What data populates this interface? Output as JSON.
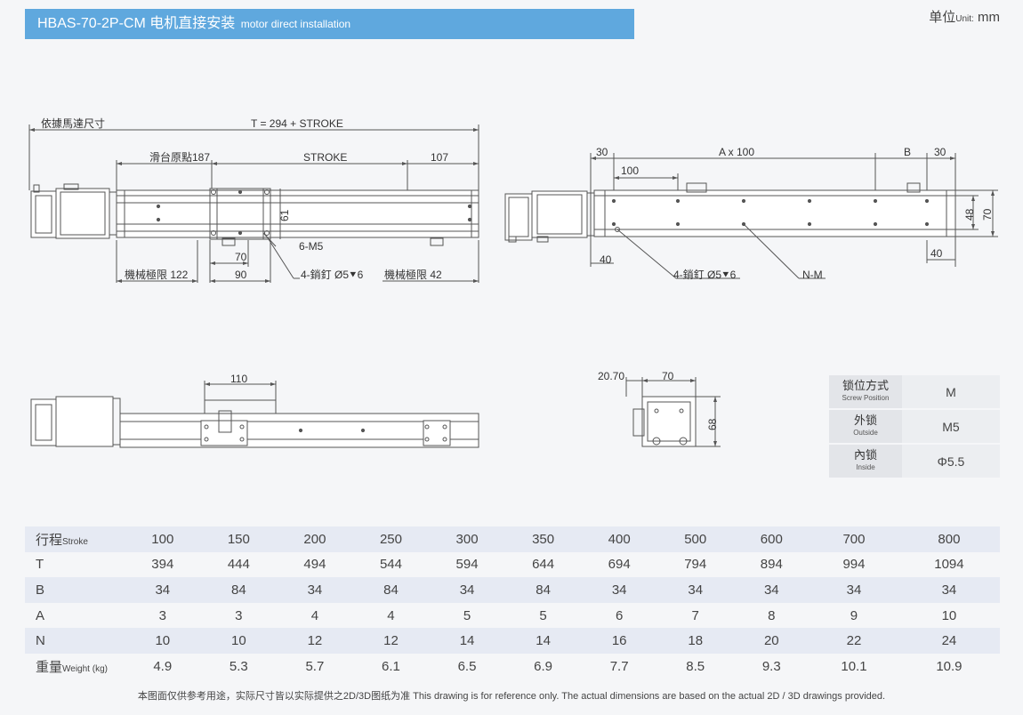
{
  "header": {
    "title": "HBAS-70-2P-CM 电机直接安装",
    "subtitle": "motor direct installation",
    "unit_label": "单位",
    "unit_en": "Unit:",
    "unit_value": "mm"
  },
  "top_view": {
    "motor_dependent": "依據馬達尺寸",
    "total_length": "T = 294 + STROKE",
    "slide_origin": "滑台原點187",
    "stroke": "STROKE",
    "dim_107": "107",
    "dim_61": "61",
    "m5": "6-M5",
    "dim_70": "70",
    "dim_90": "90",
    "limit_122": "機械極限 122",
    "pin": "4-銷釘 Ø5⯆6",
    "limit_42": "機械極限 42"
  },
  "bottom_view": {
    "dim_30_left": "30",
    "a_x_100": "A x 100",
    "b": "B",
    "dim_30_right": "30",
    "dim_100": "100",
    "dim_48": "48",
    "dim_70": "70",
    "dim_40_left": "40",
    "dim_40_right": "40",
    "pin": "4-銷釘 Ø5⯆6",
    "nm": "N-M"
  },
  "side_view": {
    "dim_110": "110"
  },
  "end_view": {
    "dim_2070": "20.70",
    "dim_70": "70",
    "dim_68": "68"
  },
  "lock_table": {
    "rows": [
      {
        "label": "锁位方式",
        "label_en": "Screw Position",
        "value": "M"
      },
      {
        "label": "外锁",
        "label_en": "Outside",
        "value": "M5"
      },
      {
        "label": "內锁",
        "label_en": "Inside",
        "value": "Φ5.5"
      }
    ]
  },
  "spec_table": {
    "rows": [
      {
        "label": "行程",
        "label_en": "Stroke",
        "values": [
          "100",
          "150",
          "200",
          "250",
          "300",
          "350",
          "400",
          "500",
          "600",
          "700",
          "800"
        ]
      },
      {
        "label": "T",
        "label_en": "",
        "values": [
          "394",
          "444",
          "494",
          "544",
          "594",
          "644",
          "694",
          "794",
          "894",
          "994",
          "1094"
        ]
      },
      {
        "label": "B",
        "label_en": "",
        "values": [
          "34",
          "84",
          "34",
          "84",
          "34",
          "84",
          "34",
          "34",
          "34",
          "34",
          "34"
        ]
      },
      {
        "label": "A",
        "label_en": "",
        "values": [
          "3",
          "3",
          "4",
          "4",
          "5",
          "5",
          "6",
          "7",
          "8",
          "9",
          "10"
        ]
      },
      {
        "label": "N",
        "label_en": "",
        "values": [
          "10",
          "10",
          "12",
          "12",
          "14",
          "14",
          "16",
          "18",
          "20",
          "22",
          "24"
        ]
      },
      {
        "label": "重量",
        "label_en": "Weight (kg)",
        "values": [
          "4.9",
          "5.3",
          "5.7",
          "6.1",
          "6.5",
          "6.9",
          "7.7",
          "8.5",
          "9.3",
          "10.1",
          "10.9"
        ]
      }
    ]
  },
  "footnote": "本图面仅供参考用途，实际尺寸皆以实际提供之2D/3D图纸为准 This drawing is for reference only. The actual dimensions are based on the actual 2D / 3D drawings provided."
}
